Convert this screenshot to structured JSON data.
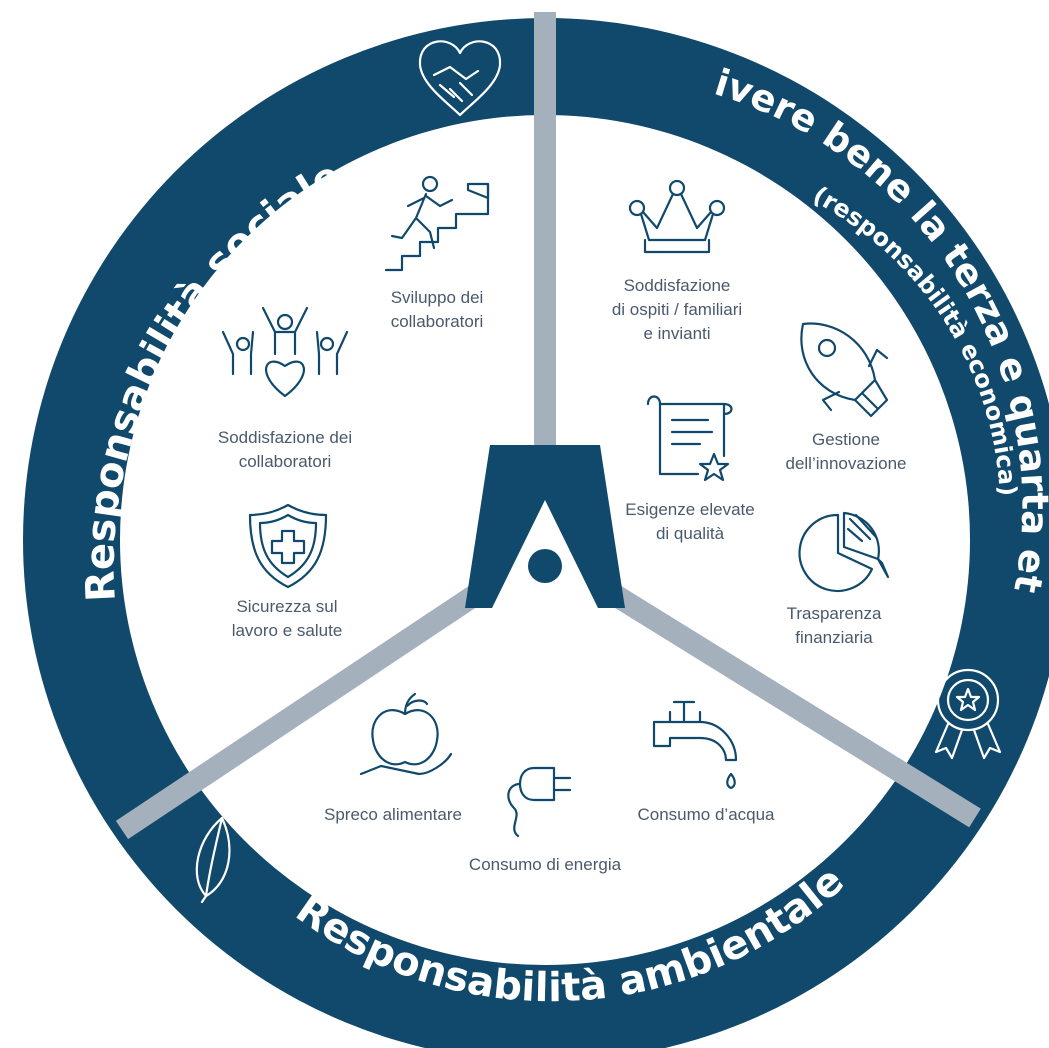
{
  "colors": {
    "ring": "#10496b",
    "divider": "#a5b0bd",
    "label": "#4a5a6c",
    "icon": "#10496b",
    "logo": "#10496b"
  },
  "sections": {
    "sociale": {
      "title": "Responsabilità sociale"
    },
    "terza_eta": {
      "title": "Vivere bene la terza e quarta età",
      "subtitle": "(responsabilità economica)"
    },
    "ambientale": {
      "title": "Responsabilità ambientale"
    }
  },
  "items": {
    "sviluppo": {
      "icon": "climbing-person-flag-icon",
      "lines": [
        "Sviluppo dei",
        "collaboratori"
      ]
    },
    "soddisfazione_collaboratori": {
      "icon": "people-heart-icon",
      "lines": [
        "Soddisfazione dei",
        "collaboratori"
      ]
    },
    "sicurezza": {
      "icon": "shield-cross-icon",
      "lines": [
        "Sicurezza sul",
        "lavoro e salute"
      ]
    },
    "soddisfazione_ospiti": {
      "icon": "crown-icon",
      "lines": [
        "Soddisfazione",
        "di ospiti / familiari",
        "e invianti"
      ]
    },
    "innovazione": {
      "icon": "rocket-icon",
      "lines": [
        "Gestione",
        "dell’innovazione"
      ]
    },
    "qualita": {
      "icon": "document-star-icon",
      "lines": [
        "Esigenze elevate",
        "di qualità"
      ]
    },
    "trasparenza": {
      "icon": "pie-chart-icon",
      "lines": [
        "Trasparenza",
        "finanziaria"
      ]
    },
    "spreco": {
      "icon": "apple-hand-icon",
      "lines": [
        "Spreco alimentare"
      ]
    },
    "energia": {
      "icon": "plug-icon",
      "lines": [
        "Consumo di energia"
      ]
    },
    "acqua": {
      "icon": "water-tap-icon",
      "lines": [
        "Consumo d’acqua"
      ]
    }
  },
  "ring_icons": {
    "sociale": "heart-handshake-icon",
    "terza_eta": "award-rosette-icon",
    "ambientale": "leaf-icon"
  },
  "center_logo": "a-logo-icon"
}
